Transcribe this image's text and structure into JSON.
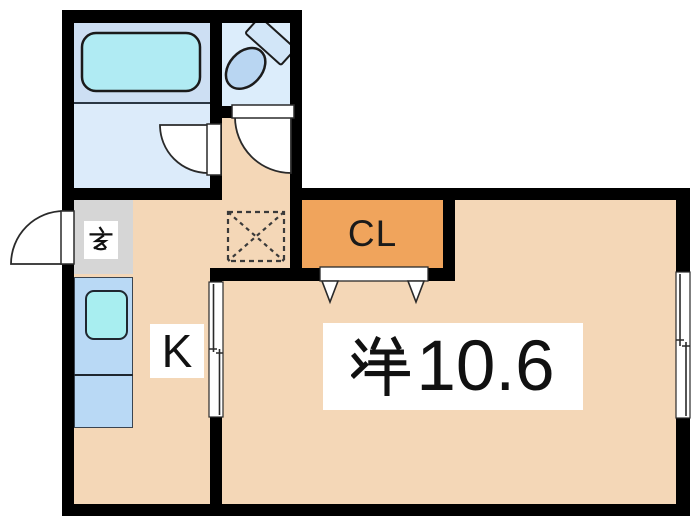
{
  "title": "apartment floor plan",
  "rooms": {
    "entrance": {
      "label": "玄"
    },
    "kitchen": {
      "label": "K"
    },
    "closet": {
      "label": "CL"
    },
    "main_room": {
      "label": "洋10.6",
      "kanji": "洋",
      "area_text": "10.6"
    },
    "bathroom": {
      "fixture": "bathtub"
    },
    "washroom": {
      "fixture": "none"
    },
    "toilet": {
      "fixture": "toilet"
    },
    "hallway": {
      "fixture": "none"
    }
  },
  "symbols": {
    "dashed_square": "appliance-space",
    "closet_door": "folding-door",
    "sliding_door": "kitchen-main-room-sliding-door",
    "window": "right-wall-window",
    "swing_doors": [
      "entrance-door",
      "washroom-door",
      "toilet-door"
    ]
  },
  "colors": {
    "wall": "#000000",
    "floor_peach": "#f4d7b7",
    "closet_orange": "#f0a45c",
    "entrance_gray": "#d6d6d6",
    "bathroom_blue": "#cddff3",
    "washroom_blue": "#dcebfa",
    "toilet_blue": "#dcedfb",
    "tub_cyan": "#b0ebf3",
    "sink_cyan": "#a8eef0",
    "counter_blue": "#b9d9f5",
    "toilet_bowl": "#b9d6f2",
    "toilet_tank": "#d2e6f8",
    "symbol_stroke": "#2a2a2a",
    "label_bg": "#ffffff"
  }
}
